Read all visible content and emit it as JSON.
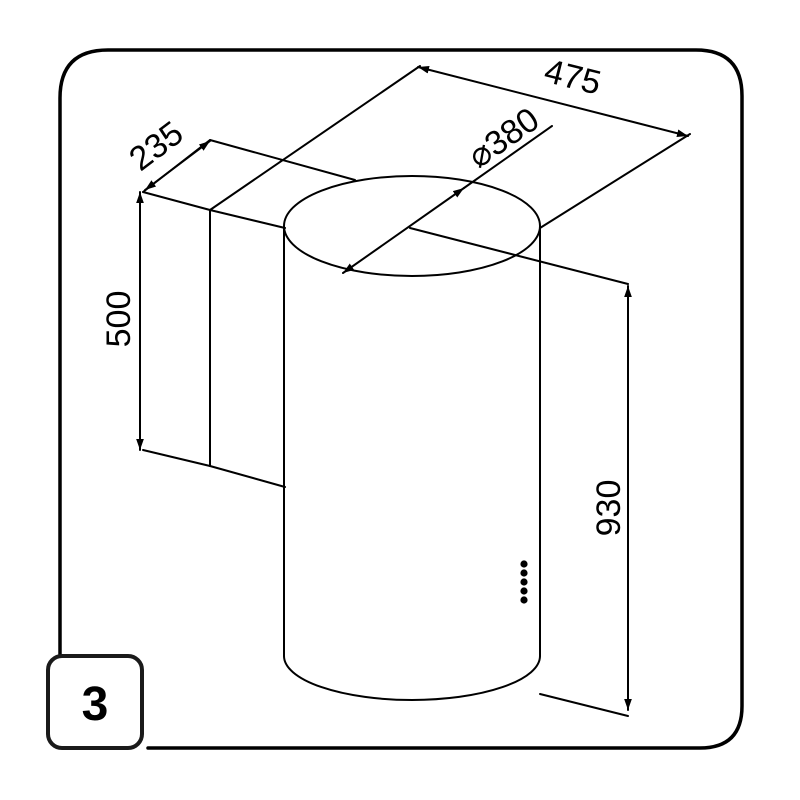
{
  "diagram": {
    "dimensions": {
      "total_depth": "475",
      "chimney_depth": "235",
      "diameter": "⌀380",
      "chimney_height": "500",
      "total_height": "930"
    },
    "step_number": "3",
    "colors": {
      "line": "#000000",
      "background": "#ffffff",
      "badge_border": "#1a1a1a"
    }
  }
}
